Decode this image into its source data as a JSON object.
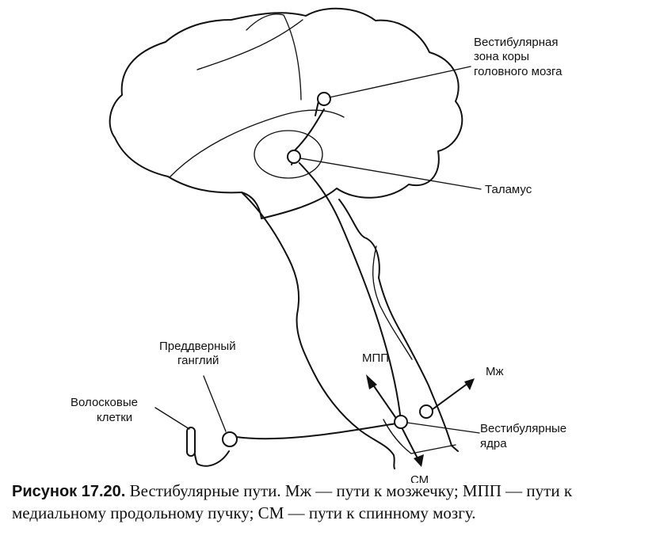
{
  "labels": {
    "vestibular_cortex_line1": "Вестибулярная",
    "vestibular_cortex_line2": "зона коры",
    "vestibular_cortex_line3": "головного мозга",
    "thalamus": "Таламус",
    "vestibular_ganglion_line1": "Преддверный",
    "vestibular_ganglion_line2": "ганглий",
    "mlf_abbrev": "МПП",
    "cerebellum_abbrev": "Мж",
    "hair_cells_line1": "Волосковые",
    "hair_cells_line2": "клетки",
    "vestibular_nuclei_line1": "Вестибулярные",
    "vestibular_nuclei_line2": "ядра",
    "spinal_abbrev": "СМ"
  },
  "caption": {
    "title": "Рисунок 17.20.",
    "text": " Вестибулярные пути. Мж — пути к мозжечку; МПП — пути к медиальному продольному пучку; СМ — пути к спинному мозгу."
  },
  "colors": {
    "ink": "#111111",
    "background": "#ffffff"
  }
}
